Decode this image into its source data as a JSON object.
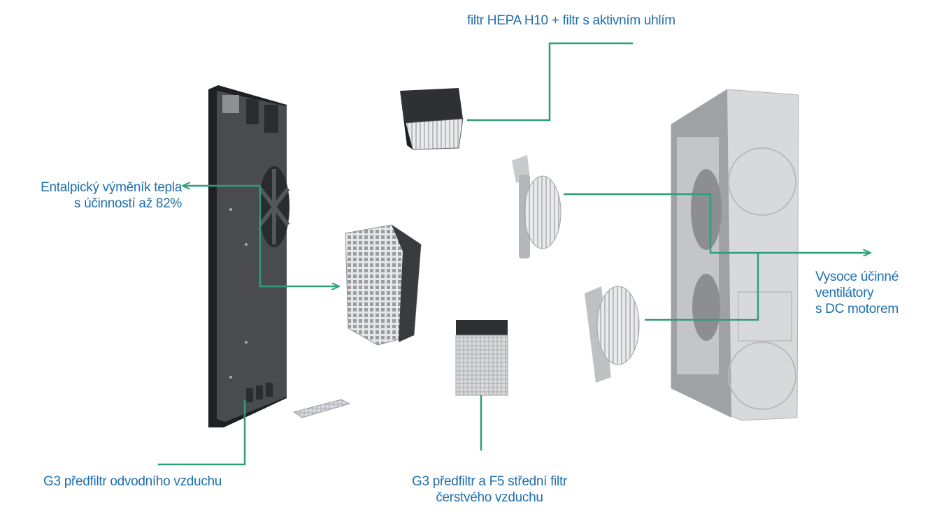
{
  "colors": {
    "leader_line": "#2e9e7a",
    "label_text": "#1f6fae",
    "panel_dark": "#3a3b3e",
    "panel_light": "#d7d8da"
  },
  "labels": {
    "hepa_filter": "filtr HEPA H10 + filtr s aktivním uhlím",
    "heat_exchanger": [
      "Entalpický výměník tepla",
      "s účinností až 82%"
    ],
    "fans": [
      "Vysoce účinné",
      "ventilátory",
      "s DC motorem"
    ],
    "g3_exhaust_prefilter": "G3 předfiltr odvodního vzduchu",
    "g3_f5_fresh_filter": [
      "G3 předfiltr a F5 střední filtr",
      "čerstvého vzduchu"
    ]
  }
}
